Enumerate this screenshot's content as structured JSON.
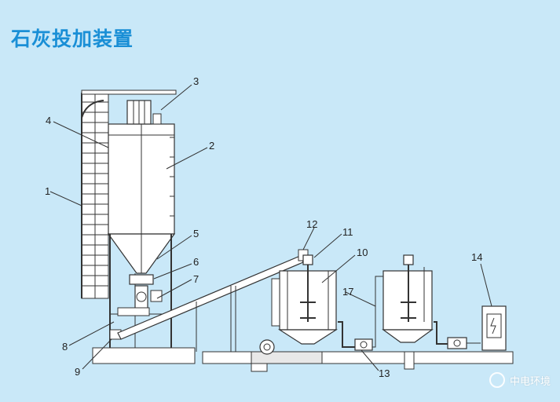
{
  "title": "石灰投加装置",
  "labels": [
    "1",
    "2",
    "3",
    "4",
    "5",
    "6",
    "7",
    "8",
    "9",
    "10",
    "11",
    "12",
    "13",
    "14",
    "17"
  ],
  "watermark": {
    "text": "中电环境",
    "icon": "logo-circle-icon"
  },
  "colors": {
    "background": "#c9e8f8",
    "title": "#1a8fd6",
    "line": "#333333",
    "fill": "#ffffff"
  }
}
